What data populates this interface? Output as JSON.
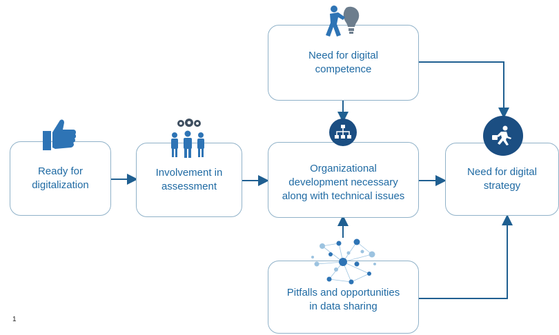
{
  "boxes": {
    "ready": "Ready for\ndigitalization",
    "involvement": "Involvement in\nassessment",
    "competence": "Need for digital\ncompetence",
    "organizational": "Organizational\ndevelopment necessary\nalong with technical issues",
    "strategy": "Need for digital\nstrategy",
    "pitfalls": "Pitfalls and opportunities\nin data sharing"
  },
  "page_number": "1",
  "colors": {
    "text": "#1f6aa3",
    "border": "#8fb1c8",
    "arrow": "#1f5f91",
    "icon": "#2e74b5",
    "circle": "#1b4e82"
  },
  "icons": [
    "thumbs-up-icon",
    "team-gears-icon",
    "puzzle-bulb-icon",
    "org-chart-icon",
    "runner-briefcase-icon",
    "data-network-icon"
  ]
}
